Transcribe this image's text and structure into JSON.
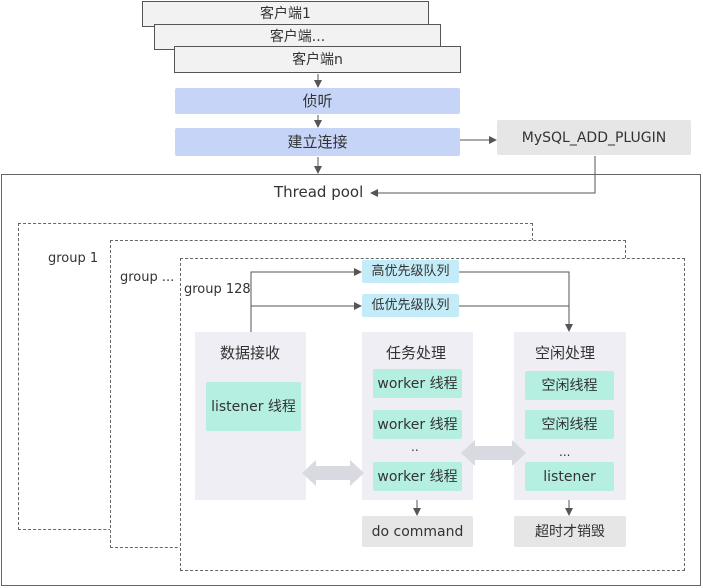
{
  "clients": [
    "客户端1",
    "客户端...",
    "客户端n"
  ],
  "flow": {
    "listen": "侦听",
    "connect": "建立连接",
    "plugin": "MySQL_ADD_PLUGIN"
  },
  "pool": {
    "title": "Thread pool"
  },
  "groups": {
    "g1": "group 1",
    "gdots": "group ...",
    "g128": "group 128"
  },
  "queues": {
    "high": "高优先级队列",
    "low": "低优先级队列"
  },
  "columns": {
    "receive": {
      "title": "数据接收",
      "item": "listener 线程"
    },
    "task": {
      "title": "任务处理",
      "items": [
        "worker 线程",
        "worker 线程",
        "worker 线程"
      ],
      "dots": "..",
      "out": "do command"
    },
    "idle": {
      "title": "空闲处理",
      "items": [
        "空闲线程",
        "空闲线程",
        "listener"
      ],
      "dots": "...",
      "out": "超时才销毁"
    }
  },
  "colors": {
    "client_fill": "#f2f2f2",
    "blue": "#c6d4f7",
    "gray": "#e6e6e6",
    "column": "#eeeef4",
    "green": "#b5efe2",
    "queue": "#c4ebf8"
  }
}
